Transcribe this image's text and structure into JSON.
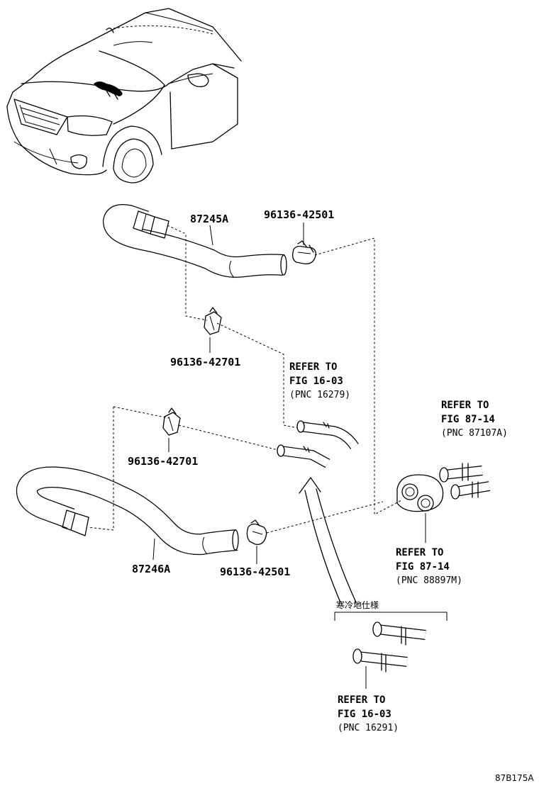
{
  "labels": {
    "hose_upper": "87245A",
    "hose_lower": "87246A",
    "clamp_upper_right": "96136-42501",
    "clamp_upper_mid": "96136-42701",
    "clamp_lower_mid": "96136-42701",
    "clamp_lower_right": "96136-42501",
    "ref_fig1603_top": {
      "line1": "REFER TO",
      "line2": "FIG 16-03",
      "line3": "(PNC 16279)"
    },
    "ref_fig8714_top": {
      "line1": "REFER TO",
      "line2": "FIG 87-14",
      "line3": "(PNC 87107A)"
    },
    "ref_fig8714_mid": {
      "line1": "REFER TO",
      "line2": "FIG 87-14",
      "line3": "(PNC 88897M)"
    },
    "ref_fig1603_bottom": {
      "line1": "REFER TO",
      "line2": "FIG 16-03",
      "line3": "(PNC 16291)"
    },
    "cold_region_spec": "寒冷地仕様",
    "diagram_code": "87B175A"
  }
}
